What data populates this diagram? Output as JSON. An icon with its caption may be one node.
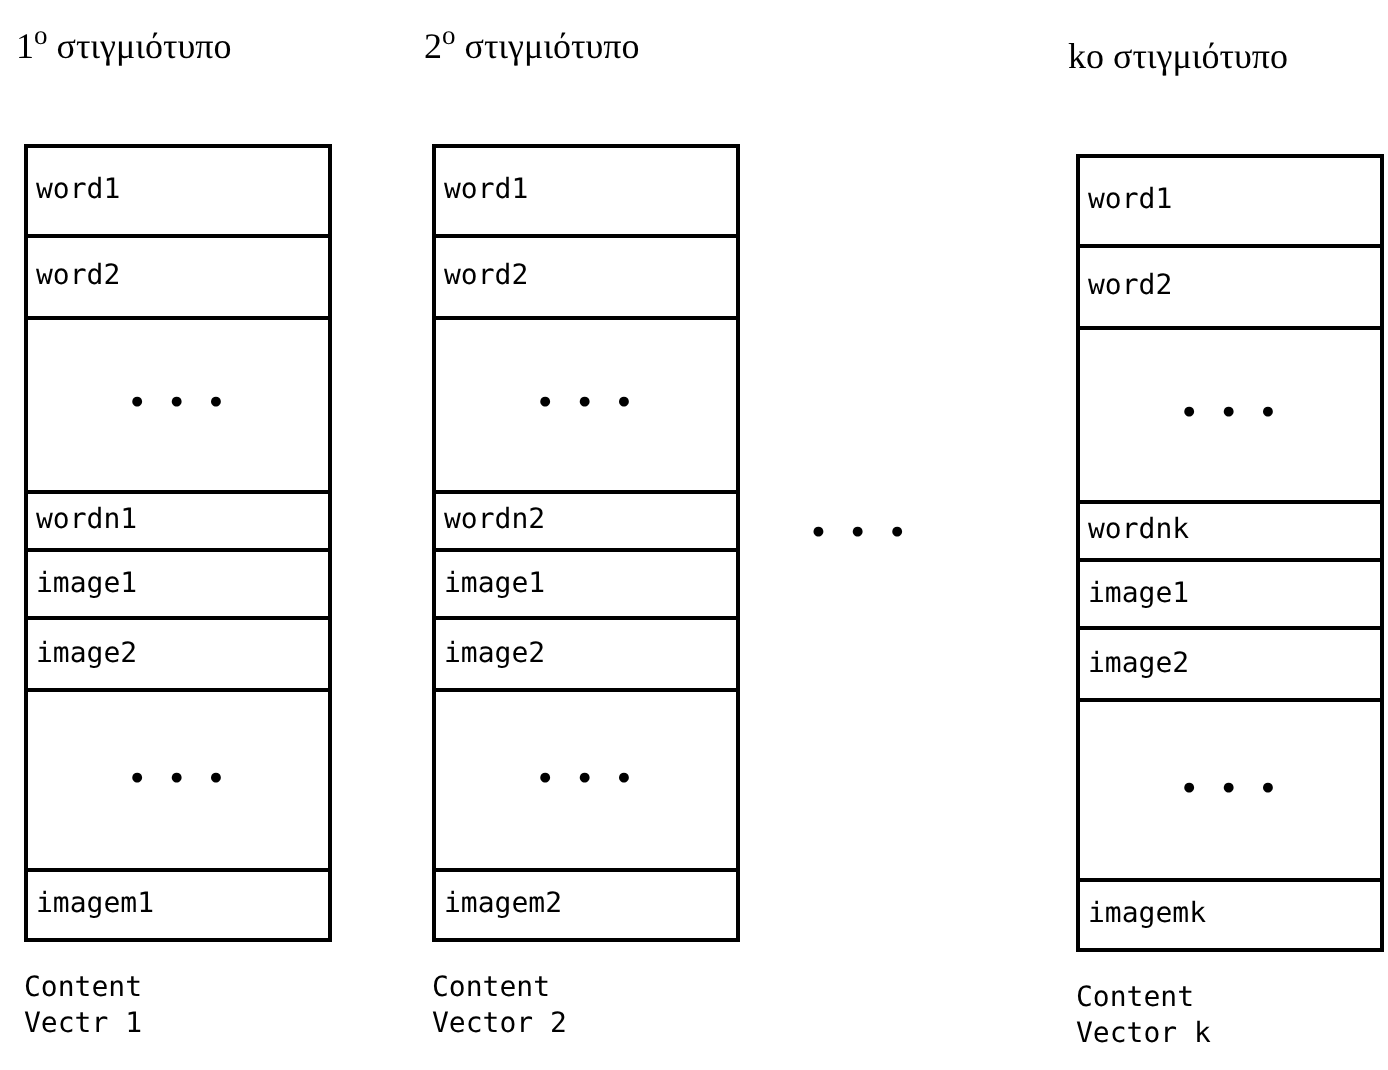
{
  "diagram": {
    "nodes": [
      {
        "text": [
          "1$^{o}$ στιγμιότυπο"
        ],
        "beside": [
          "Content Vectr 1"
        ]
      },
      {
        "text": [
          "word1"
        ],
        "in": 0
      },
      {
        "text": [
          "word2"
        ],
        "in": 0
      },
      {
        "text": [
          "• • •"
        ],
        "in": 0
      },
      {
        "text": [
          "wordn1"
        ],
        "in": 0
      },
      {
        "text": [
          "image1"
        ],
        "in": 0
      },
      {
        "text": [
          "image2"
        ],
        "in": 0
      },
      {
        "text": [
          "• • •"
        ],
        "in": 0
      },
      {
        "text": [
          "imagem1"
        ],
        "in": 0
      },
      {
        "text": [
          "2$^{o}$ στιγμιότυπο"
        ],
        "beside": [
          "Content Vector 2"
        ]
      },
      {
        "text": [
          "word1"
        ],
        "in": 9
      },
      {
        "text": [
          "word2"
        ],
        "in": 9
      },
      {
        "text": [
          "• • •"
        ],
        "in": 9
      },
      {
        "text": [
          "wordn2"
        ],
        "in": 9
      },
      {
        "text": [
          "image1"
        ],
        "in": 9
      },
      {
        "text": [
          "image2"
        ],
        "in": 9
      },
      {
        "text": [
          "• • •"
        ],
        "in": 9
      },
      {
        "text": [
          "imagem2"
        ],
        "in": 9
      },
      {
        "text": [
          "ko στιγμιότυπο"
        ],
        "beside": [
          "Content Vector k"
        ]
      },
      {
        "text": [
          "word1"
        ],
        "in": 18
      },
      {
        "text": [
          "word2"
        ],
        "in": 18
      },
      {
        "text": [
          "• • •"
        ],
        "in": 18
      },
      {
        "text": [
          "wordnk"
        ],
        "in": 18
      },
      {
        "text": [
          "image1"
        ],
        "in": 18
      },
      {
        "text": [
          "image2"
        ],
        "in": 18
      },
      {
        "text": [
          "• • •"
        ],
        "in": 18
      },
      {
        "text": [
          "imagemk"
        ],
        "in": 18
      }
    ],
    "labels": [
      "• • •"
    ]
  }
}
